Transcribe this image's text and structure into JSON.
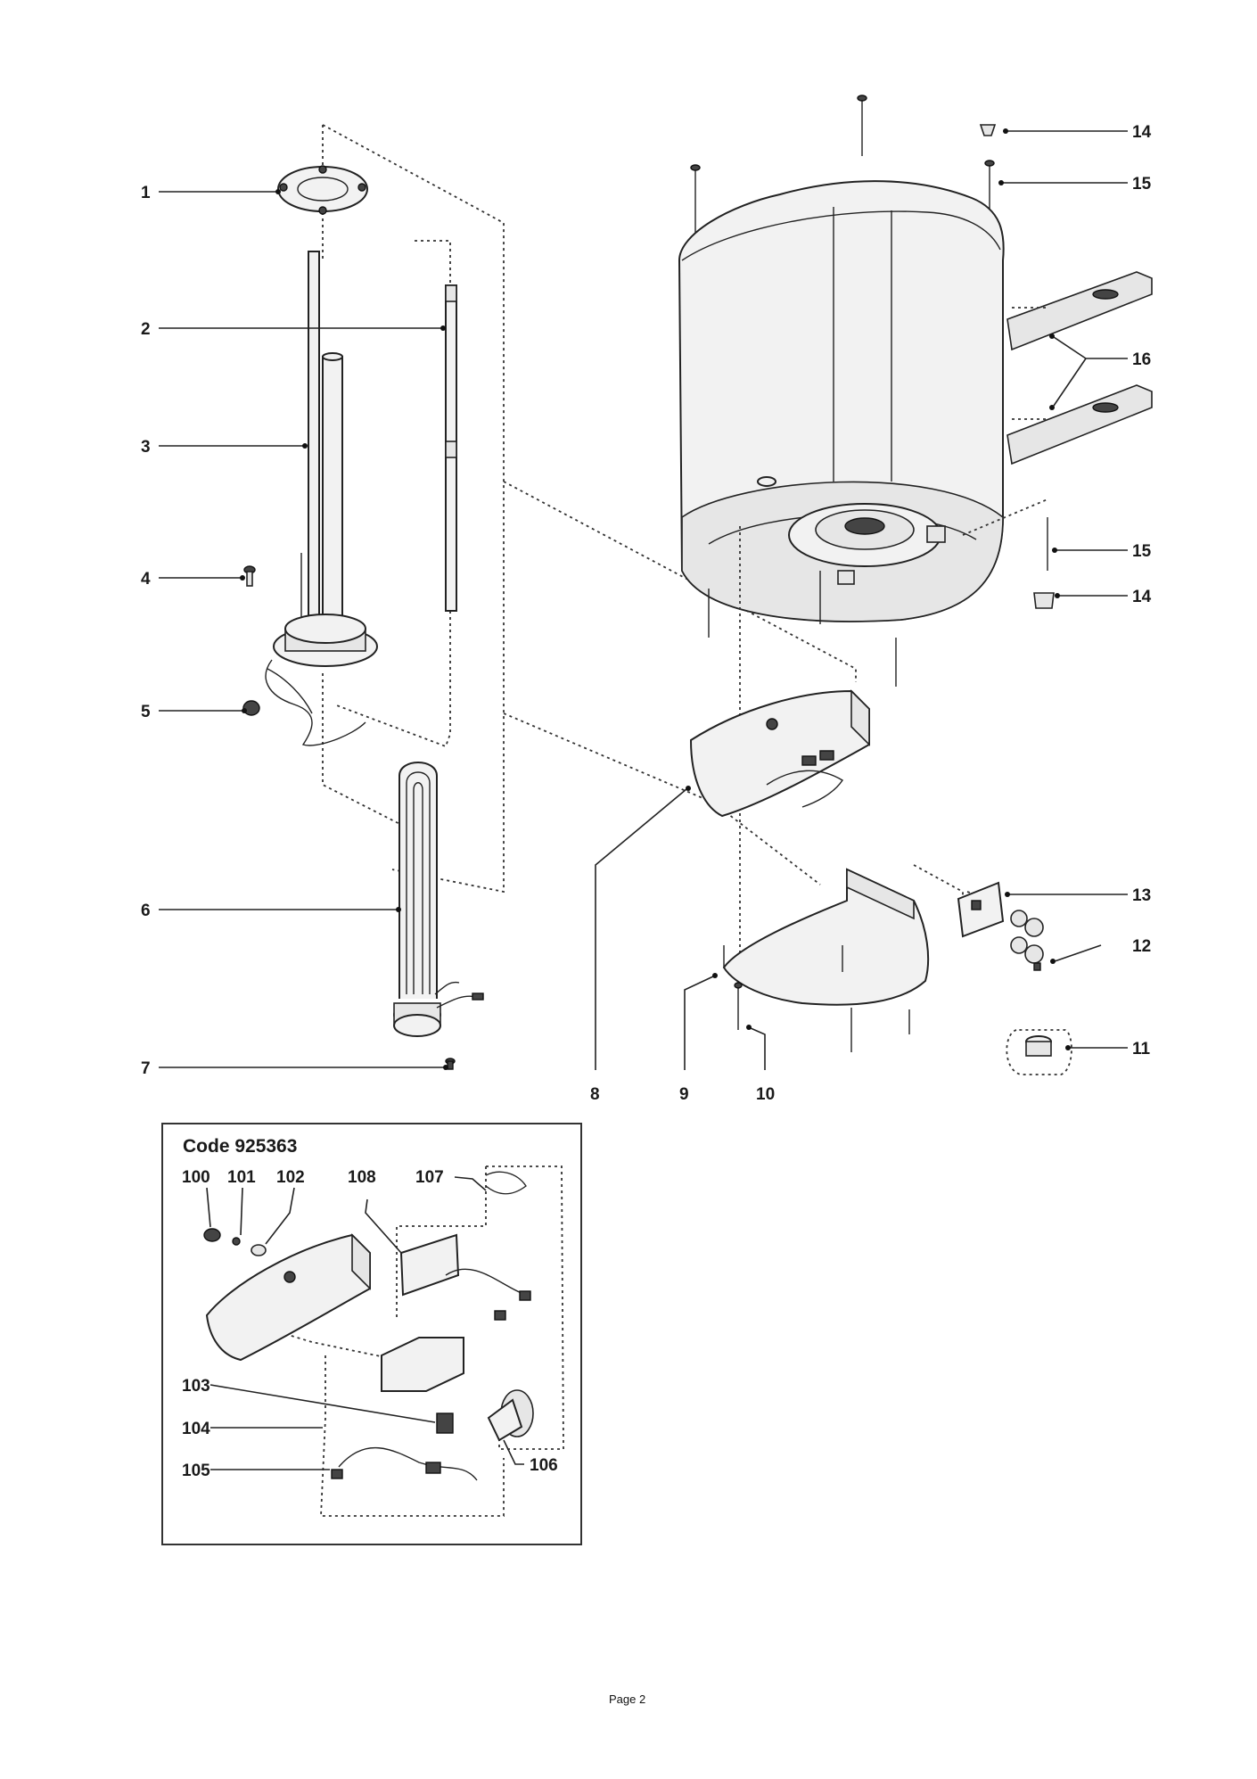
{
  "labels": {
    "l1": "1",
    "l2": "2",
    "l3": "3",
    "l4": "4",
    "l5": "5",
    "l6": "6",
    "l7": "7",
    "l8": "8",
    "l9": "9",
    "l10": "10",
    "l11": "11",
    "l12": "12",
    "l13": "13",
    "l14a": "14",
    "l14b": "14",
    "l15a": "15",
    "l15b": "15",
    "l16": "16",
    "l100": "100",
    "l101": "101",
    "l102": "102",
    "l103": "103",
    "l104": "104",
    "l105": "105",
    "l106": "106",
    "l107": "107",
    "l108": "108"
  },
  "inset": {
    "code": "Code 925363"
  },
  "footer": {
    "page": "Page 2"
  }
}
